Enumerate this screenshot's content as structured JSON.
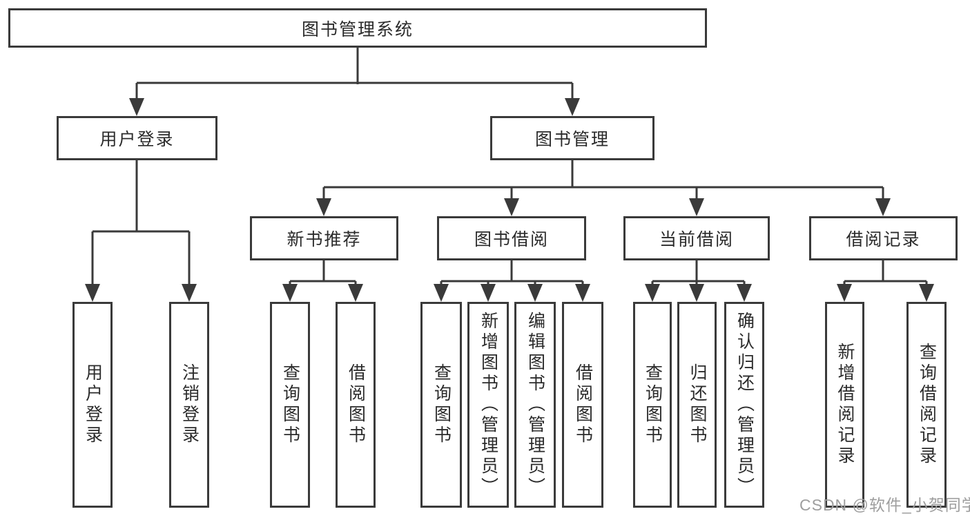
{
  "title": "图书管理系统",
  "watermark": "CSDN @软件_小贺同学",
  "colors": {
    "background": "#ffffff",
    "box_border": "#3a3a3a",
    "connector_line": "#3a3a3a",
    "text": "#2b2b2b",
    "watermark": "#9e9e9e"
  },
  "tree": {
    "label": "图书管理系统",
    "children": [
      {
        "label": "用户登录",
        "children": [
          {
            "label": "用户登录"
          },
          {
            "label": "注销登录"
          }
        ]
      },
      {
        "label": "图书管理",
        "children": [
          {
            "label": "新书推荐",
            "children": [
              {
                "label": "查询图书"
              },
              {
                "label": "借阅图书"
              }
            ]
          },
          {
            "label": "图书借阅",
            "children": [
              {
                "label": "查询图书"
              },
              {
                "label": "新增图书（管理员）"
              },
              {
                "label": "编辑图书（管理员）"
              },
              {
                "label": "借阅图书"
              }
            ]
          },
          {
            "label": "当前借阅",
            "children": [
              {
                "label": "查询图书"
              },
              {
                "label": "归还图书"
              },
              {
                "label": "确认归还（管理员）"
              }
            ]
          },
          {
            "label": "借阅记录",
            "children": [
              {
                "label": "新增借阅记录"
              },
              {
                "label": "查询借阅记录"
              }
            ]
          }
        ]
      }
    ]
  }
}
